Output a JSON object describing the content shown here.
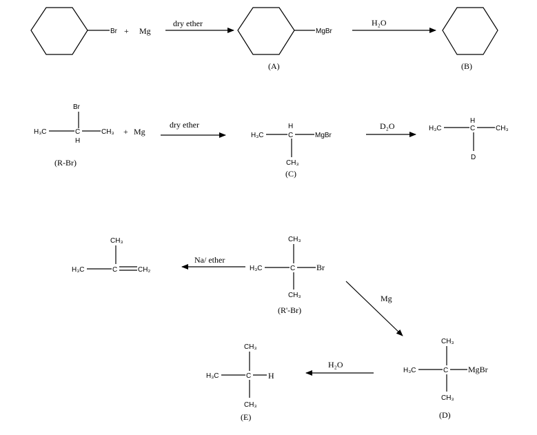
{
  "reaction1": {
    "reactant_group": "Br",
    "plus": "+",
    "reagent": "Mg",
    "conditions": "dry ether",
    "product_group": "MgBr",
    "product_label": "(A)",
    "hydrolysis": "H₂O",
    "final_label": "(B)"
  },
  "reaction2": {
    "br_top": "Br",
    "h3c": "H₃C",
    "c": "C",
    "h": "H",
    "ch3": "CH₃",
    "plus": "+",
    "reagent": "Mg",
    "reactant_label": "(R-Br)",
    "conditions": "dry ether",
    "grignard_h3c": "H₃C",
    "grignard_h": "H",
    "grignard_c": "C",
    "grignard_mgbr": "MgBr",
    "grignard_ch3": "CH₃",
    "grignard_label": "(C)",
    "deuteration": "D₂O",
    "product_h3c": "H₃C",
    "product_h": "H",
    "product_c": "C",
    "product_ch3": "CH₃",
    "product_d": "D"
  },
  "reaction3": {
    "alkene_ch3": "CH₃",
    "alkene_h3c": "H₃C",
    "alkene_c": "C",
    "alkene_ch2": "CH₂",
    "elimination": "Na/ ether",
    "rbr_ch3_top": "CH₃",
    "rbr_h3c": "H₃C",
    "rbr_c": "C",
    "rbr_br": "Br",
    "rbr_ch3_bottom": "CH₃",
    "rbr_label": "(R'-Br)",
    "mg": "Mg",
    "d_ch3_top": "CH₃",
    "d_h3c": "H₃C",
    "d_c": "C",
    "d_mgbr": "MgBr",
    "d_ch3_bottom": "CH₃",
    "d_label": "(D)",
    "hydrolysis": "H₂O",
    "e_ch3_top": "CH₃",
    "e_h3c": "H₃C",
    "e_c": "C",
    "e_h": "H",
    "e_ch3_bottom": "CH₃",
    "e_label": "(E)"
  }
}
